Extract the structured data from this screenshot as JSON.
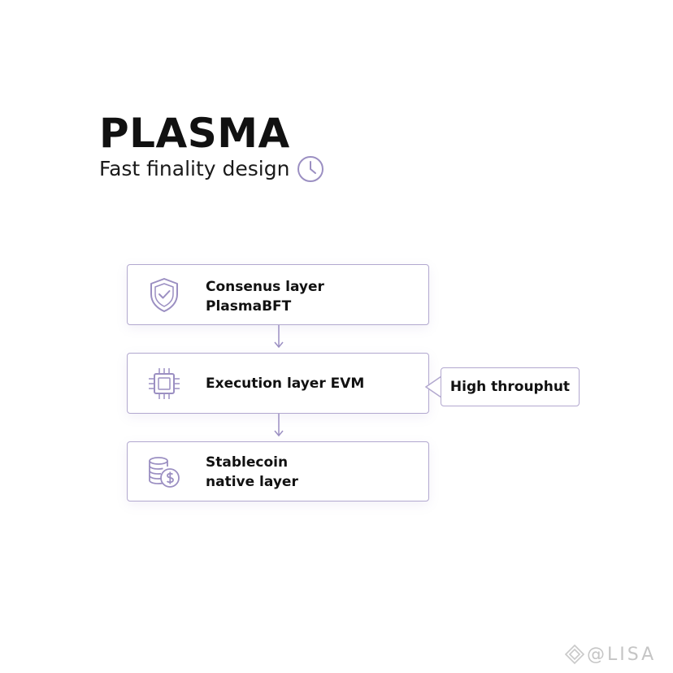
{
  "header": {
    "title": "PLASMA",
    "subtitle": "Fast finality design",
    "subtitle_icon": "clock-icon"
  },
  "layers": [
    {
      "id": "consensus",
      "line1": "Consenus layer",
      "line2": "PlasmaBFT",
      "icon": "shield-check-icon"
    },
    {
      "id": "execution",
      "line1": "Execution layer EVM",
      "line2": "",
      "icon": "cpu-chip-icon"
    },
    {
      "id": "stablecoin",
      "line1": "Stablecoin",
      "line2": "native layer",
      "icon": "coins-dollar-icon"
    }
  ],
  "callout": {
    "text": "High throuphut"
  },
  "watermark": {
    "text": "@LISA"
  },
  "colors": {
    "accent": "#9b8fc2",
    "border": "#b2a8cf",
    "text": "#111111"
  }
}
